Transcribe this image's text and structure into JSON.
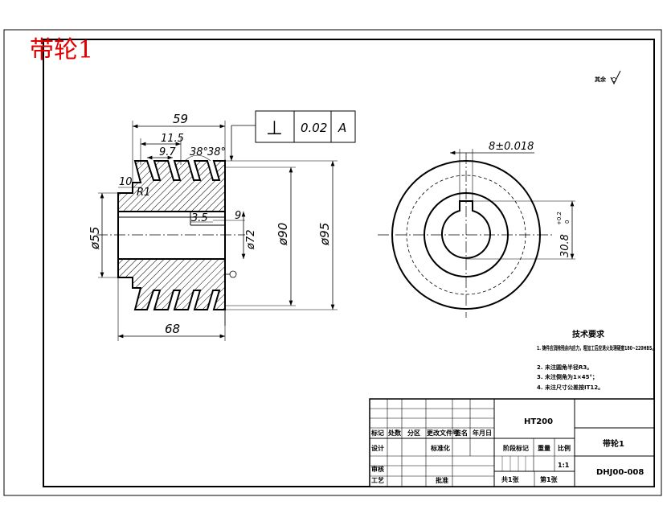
{
  "header": {
    "title": "带轮1"
  },
  "roughness": {
    "label": "其余"
  },
  "dimensions": {
    "d59": "59",
    "d11_5": "11.5",
    "d9_7": "9.7",
    "d38a": "38°",
    "d38b": "38°",
    "d10": "10",
    "r1": "R1",
    "d3_5": "3.5",
    "d9": "9",
    "d55": "ø55",
    "d72": "ø72",
    "d90": "ø90",
    "d95": "ø95",
    "d68": "68",
    "key_width": "8±0.018",
    "key_depth": "30.8",
    "key_tol_up": "+0.2",
    "key_tol_low": "0"
  },
  "tolerance_frame": {
    "symbol": "⊥",
    "value": "0.02",
    "datum": "A"
  },
  "tech_requirements": {
    "title": "技术要求",
    "items": [
      "1. 铸件应消除残余内应力，粗加工后应退火处理硬度180~220HBS。",
      "2. 未注圆角半径R3。",
      "3. 未注倒角为1×45°；",
      "4. 未注尺寸公差按IT12。"
    ]
  },
  "title_block": {
    "material": "HT200",
    "part_name": "带轮1",
    "drawing_no": "DHJ00-008",
    "scale_value": "1:1",
    "sheet_total": "共1张",
    "sheet_no": "第1张",
    "headers": [
      "标记",
      "处数",
      "分区",
      "更改文件号",
      "签名",
      "年月日"
    ],
    "designer": "设计",
    "standardization": "标准化",
    "review": "审核",
    "process": "工艺",
    "approve": "批准",
    "stage_mark": "阶段标记",
    "weight": "重量",
    "scale": "比例"
  }
}
